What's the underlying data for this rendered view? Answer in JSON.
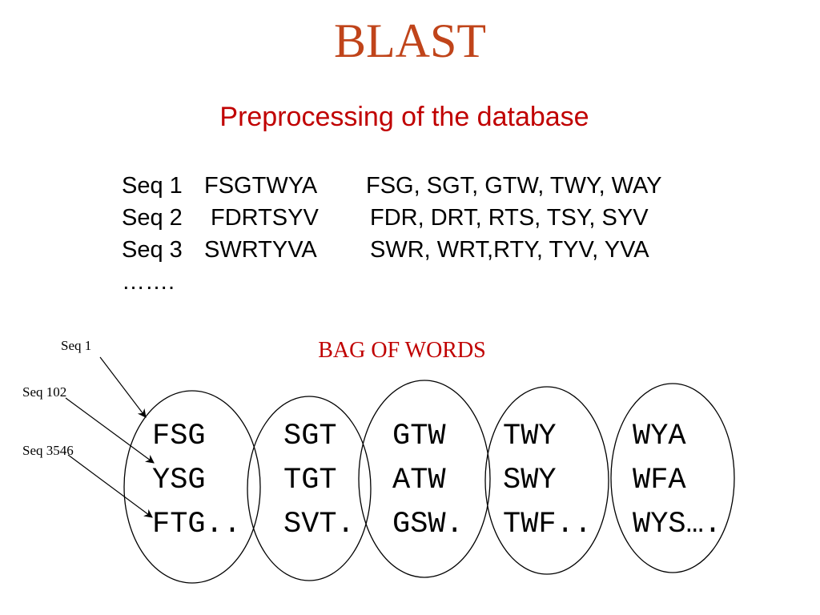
{
  "title": "BLAST",
  "subtitle": "Preprocessing of the database",
  "sequences": [
    {
      "label": "Seq 1",
      "seq": "FSGTWYA",
      "words": "FSG, SGT, GTW, TWY, WAY"
    },
    {
      "label": "Seq 2",
      "seq": "FDRTSYV",
      "words": "FDR, DRT, RTS, TSY, SYV"
    },
    {
      "label": "Seq 3",
      "seq": "SWRTYVA",
      "words": "SWR, WRT,RTY, TYV, YVA"
    }
  ],
  "ellipsis": "…….",
  "bag_title": "BAG OF WORDS",
  "pointer_labels": [
    "Seq 1",
    "Seq 102",
    "Seq 3546"
  ],
  "bags": [
    {
      "rows": [
        "FSG",
        "YSG",
        "FTG.."
      ]
    },
    {
      "rows": [
        "SGT",
        "TGT",
        "SVT."
      ]
    },
    {
      "rows": [
        "GTW",
        "ATW",
        "GSW."
      ]
    },
    {
      "rows": [
        "TWY",
        "SWY",
        "TWF.."
      ]
    },
    {
      "rows": [
        "WYA",
        "WFA",
        "WYS…."
      ]
    }
  ]
}
